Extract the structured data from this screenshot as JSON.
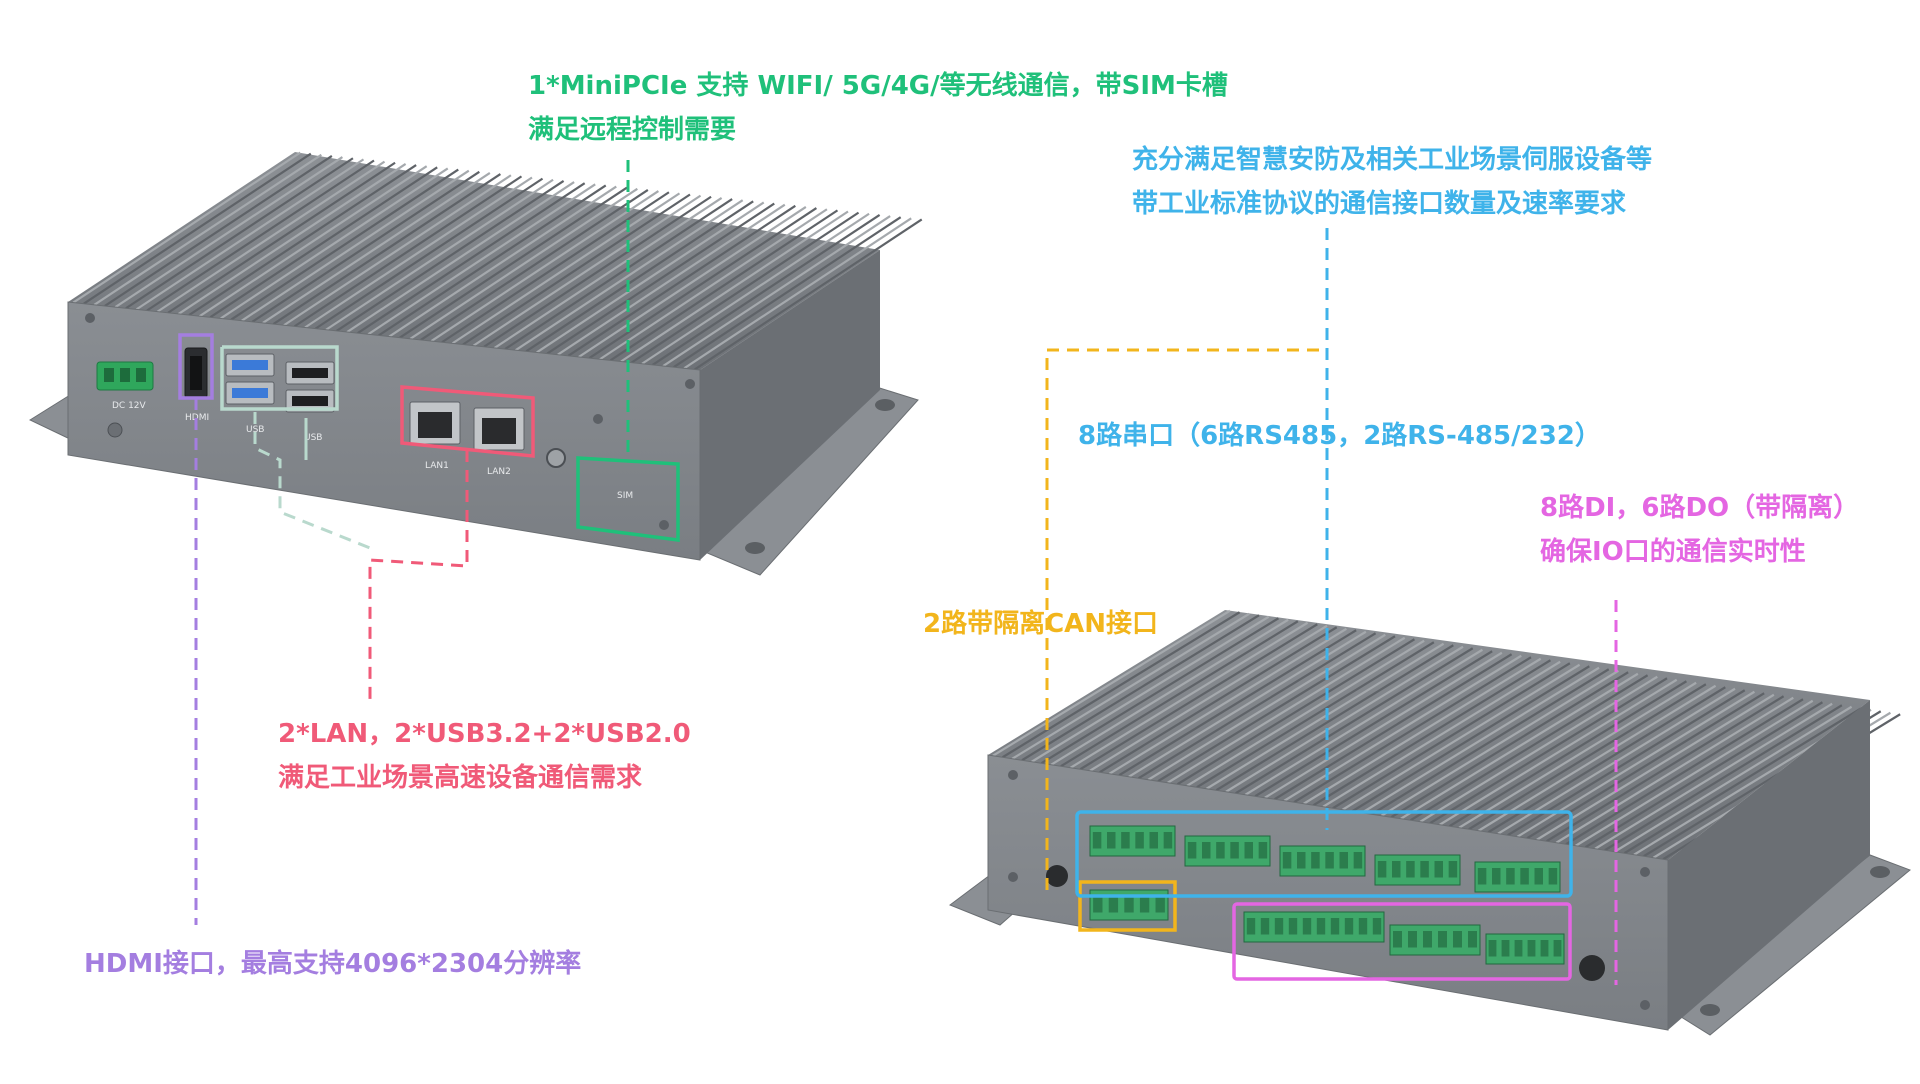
{
  "labels": {
    "minipcie": {
      "line1": "1*MiniPCIe 支持 WIFI/ 5G/4G/等无线通信，带SIM卡槽",
      "line2": "满足远程控制需要"
    },
    "industrial": {
      "line1": "充分满足智慧安防及相关工业场景伺服设备等",
      "line2": "带工业标准协议的通信接口数量及速率要求"
    },
    "serial": {
      "line1": "8路串口（6路RS485，2路RS-485/232）"
    },
    "dio": {
      "line1": "8路DI，6路DO（带隔离）",
      "line2": "确保IO口的通信实时性"
    },
    "can": {
      "line1": "2路带隔离CAN接口"
    },
    "lan_usb": {
      "line1": "2*LAN，2*USB3.2+2*USB2.0",
      "line2": "满足工业场景高速设备通信需求"
    },
    "hdmi": {
      "line1": "HDMI接口，最高支持4096*2304分辨率"
    }
  },
  "device_left": {
    "dc": "DC 12V",
    "hdmi": "HDMI",
    "usb_a": "USB",
    "usb_b": "USB",
    "lan1": "LAN1",
    "lan2": "LAN2",
    "sim": "SIM"
  },
  "colors": {
    "green": "#1fc07a",
    "blue": "#3fb3ea",
    "pink": "#f05a78",
    "purple": "#a47ee0",
    "yellow": "#f2b51c",
    "magenta": "#e466e2",
    "usb_gray": "#b9d9cd",
    "chassis": "#8a8e93",
    "fin": "#6f7378",
    "terminal": "#3fa86a"
  }
}
